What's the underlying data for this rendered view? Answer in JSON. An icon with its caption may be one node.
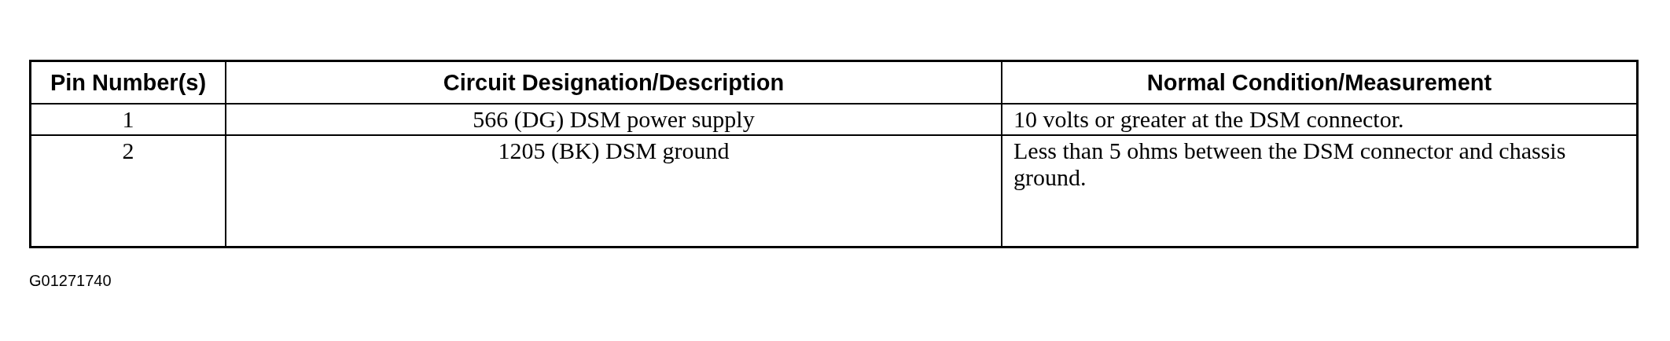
{
  "diagram": {
    "labels": [
      "Pin Number(s)",
      "Circuit Designation/Description",
      "Normal Condition/Measurement",
      "1",
      "566 (DG) DSM power supply",
      "10 volts or greater at the DSM connector.",
      "2",
      "1205 (BK) DSM ground",
      "Less than 5 ohms between the DSM connector and chassis ground.",
      "G01271740"
    ]
  }
}
